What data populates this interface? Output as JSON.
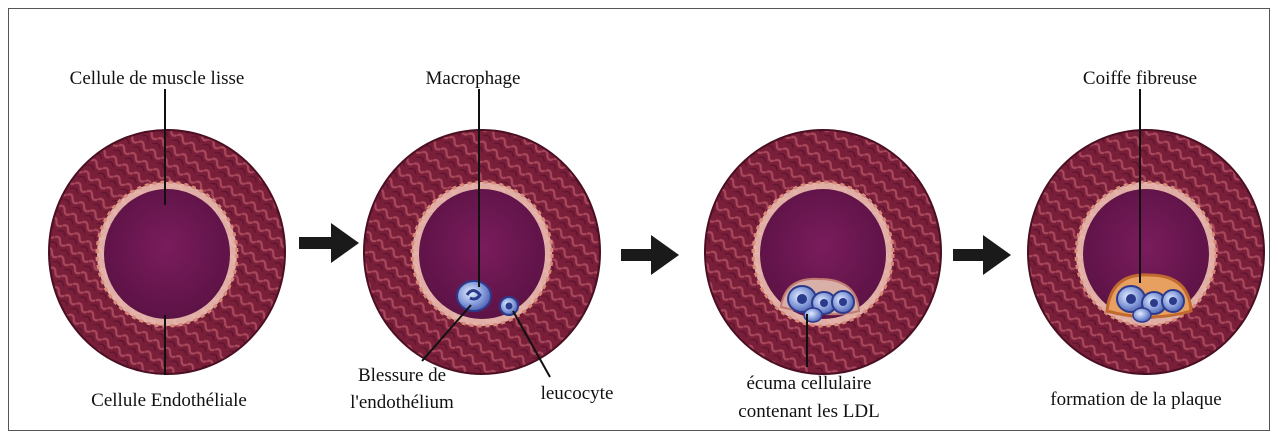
{
  "labels": {
    "muscle": "Cellule de muscle lisse",
    "endothelial": "Cellule Endothéliale",
    "macrophage": "Macrophage",
    "injury_line1": "Blessure de",
    "injury_line2": "l'endothélium",
    "leucocyte": "leucocyte",
    "foam_line1": "écuma cellulaire",
    "foam_line2": "contenant les LDL",
    "cap": "Coiffe fibreuse",
    "plaque": "formation de la plaque"
  },
  "colors": {
    "wall": "#7a1f3a",
    "wall_pattern": "#a8485c",
    "lumen": "#6b1650",
    "endothelium": "#e8b8a8",
    "cell_blue": "#8aa0dc",
    "cell_dark": "#2c3a8c",
    "arrow": "#1a1a1a",
    "line": "#111111"
  },
  "stages": [
    {
      "id": "normal-artery",
      "has_macrophage": false,
      "foam_cells": 0
    },
    {
      "id": "injury-stage",
      "has_macrophage": true,
      "foam_cells": 1
    },
    {
      "id": "foam-stage",
      "has_macrophage": true,
      "foam_cells": 4
    },
    {
      "id": "plaque-stage",
      "has_macrophage": true,
      "foam_cells": 4
    }
  ]
}
